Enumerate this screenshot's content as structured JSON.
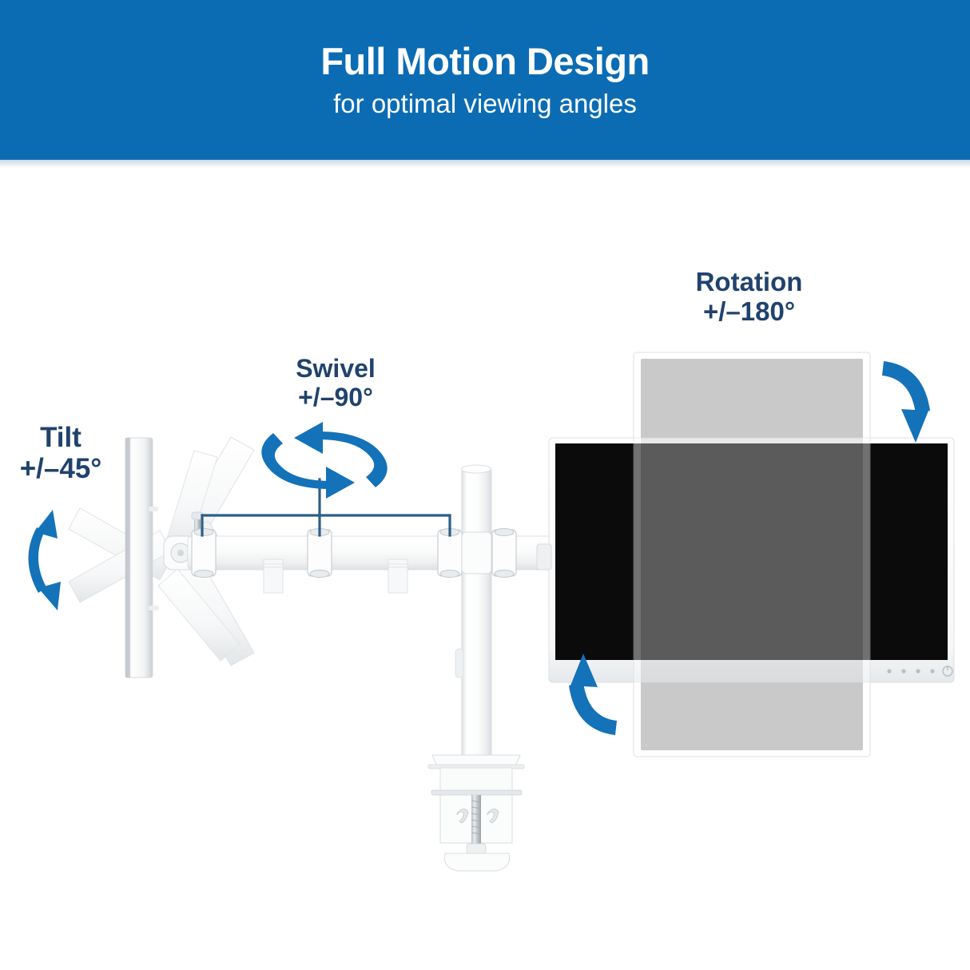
{
  "banner": {
    "title": "Full Motion Design",
    "subtitle": "for optimal viewing angles",
    "background_color": "#0b6cb4",
    "text_color": "#ffffff"
  },
  "annotations": {
    "tilt": {
      "name": "Tilt",
      "value": "+/–45°",
      "color": "#20436d",
      "arrow": "double-headed-vertical-curved-arrow"
    },
    "swivel": {
      "name": "Swivel",
      "value": "+/–90°",
      "color": "#20436d",
      "arrow": "double-headed-circular-arrow"
    },
    "rotation": {
      "name": "Rotation",
      "value": "+/–180°",
      "color": "#20436d",
      "arrow": "two-curved-rotation-arrows"
    }
  },
  "colors": {
    "brand_blue": "#0b6cb4",
    "arrow_blue": "#1472b8",
    "label_navy": "#20436d",
    "leader_line": "#2c5f86",
    "screen_black": "#0b0b0b",
    "bezel_white": "#fdfdfd",
    "ghost_gray": "#a6a6a6",
    "hardware_white": "#f4f5f6"
  },
  "product": {
    "type": "full-motion single monitor desk mount",
    "parts": [
      "monitor-landscape-black",
      "monitor-portrait-ghost",
      "horizontal-arm",
      "vertical-pole",
      "desk-c-clamp",
      "vesa-plate-tilt-fan"
    ]
  },
  "monitor_controls": {
    "indicator_dots": 4,
    "power_button": "power-icon"
  }
}
